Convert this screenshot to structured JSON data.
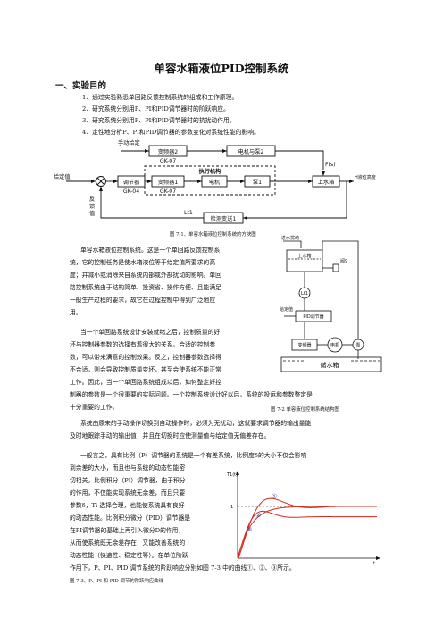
{
  "doc": {
    "title": "单容水箱液位PID控制系统",
    "section1": "一、实验目的",
    "objectives": [
      "1、通过实验熟悉单回路反馈控制系统的组成和工作原理。",
      "2、研究系统分别用P、PI和PID调节器时的阶跃响应。",
      "3、研究系统分别用P、PI和PID调节器时的抗扰动作用。",
      "4、定性地分析P、PI和PID调节器的参数变化对系统性能的影响。"
    ]
  },
  "fig1": {
    "manual_label": "手动给定",
    "converter2": "变频器2",
    "gk07_top": "GK-07",
    "motor_pump2": "电机与泵2",
    "actuator_label": "执行机构",
    "setpoint_label": "给定值",
    "feedback_label": "反馈值",
    "regulator": "调节器",
    "gk04": "GK-04",
    "converter1": "变频器1",
    "gk07_bottom": "GK-07",
    "motor": "电机",
    "pump1": "泵1",
    "upper_tank": "上水箱",
    "output_label": "H液位高度",
    "disturbance_label": "F(s)",
    "lt1": "Lt1",
    "transmitter": "检测变送1",
    "caption": "图 7-1、单容水箱液位控制系统的方块图"
  },
  "fig2": {
    "inflow_label": "进水扰动",
    "upper_tank": "上水箱",
    "valve": "阀9",
    "lt1": "Lt1",
    "setpoint": "给定值",
    "pid": "PID调节器",
    "converter": "变频器",
    "motor": "电机",
    "pump": "泵",
    "reservoir": "储水箱",
    "caption": "图 7-2 单容液位控制系统结构图"
  },
  "paragraphs": {
    "p1": [
      "单容水箱液位控制系统。这是一个单回路反馈控制系",
      "统，它的控制任务是使水箱液位等于给定值所要求的高",
      "度；并减小或消除来自系统内部或外部扰动的影响。单回",
      "路控制系统由于结构简单、投资省、操作方便、且能满足",
      "一般生产过程的要求，故它在过程控制中得到广泛地应",
      "用。"
    ],
    "p2": [
      "当一个单回路系统设计安装就绪之后，控制质量的好",
      "坏与控制器参数的选择有着很大的关系。合适的控制参",
      "数，可以带来满意的控制效果。反之，控制器参数选择得",
      "不合适，则会导致控制质量变坏，甚至会使系统不能正常",
      "工作。因此，当一个单回路系统组成以后，如何整定好控"
    ],
    "p2_full": "制器的参数是一个很重要的实际问题。一个控制系统设计好以后，系统的投运和参数整定是",
    "p2_end": "十分重要的工作。",
    "p3_line1": "系统由原来的手动操作切换到自动操作时，必须为无扰动，这就要求调节器的输出量能",
    "p3_line2": "及时地跟踪手动的输出值，并且在切换时应使测量值与给定值无偏差存在。",
    "p4_full": "一般言之，具有比例（P）调节器的系统是一个有差系统，比例度δ的大小不仅会影响",
    "p4": [
      "到余差的大小，而且也与系统的动态性能密",
      "切相关。比例积分（PI）调节器，由于积分",
      "的作用，不仅能实现系统无余差，而且只要",
      "参数δ，Ti 选择合理，也能使系统具有良好",
      "的动态性能。比例积分微分（PID）调节器是",
      "在PI调节器的基础上再引入微分D的作用，",
      "从而使系统既无余差存在，又能改善系统的",
      "动态性能（快速性、稳定性等）。在单位阶跃"
    ],
    "p4_last": "作用下，P、PI、PID 调节系统的阶跃响应分别如图 7-3 中的曲线①、②、③所示。"
  },
  "fig3": {
    "y_axis": "T1(t)",
    "x_axis": "t",
    "level": "1",
    "curve_labels": [
      "①",
      "②",
      "③"
    ],
    "caption": "图 7-3、P、PI 和 PID 调节的阶跃响应曲线"
  }
}
